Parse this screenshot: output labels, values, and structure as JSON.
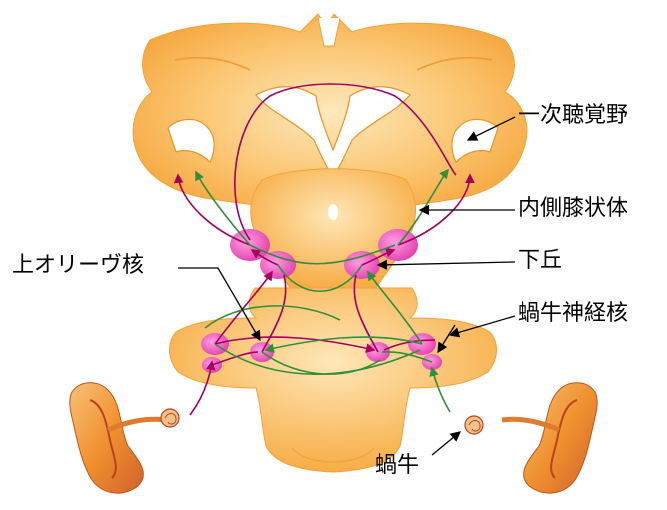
{
  "labels": {
    "primary_auditory_cortex": "一次聴覚野",
    "medial_geniculate_body": "内側膝状体",
    "inferior_colliculus": "下丘",
    "superior_olive": "上オリーヴ核",
    "cochlear_nucleus": "蝸牛神経核",
    "cochlea": "蝸牛"
  },
  "colors": {
    "brain_fill": "#f7b24a",
    "brain_light": "#fde4ae",
    "nucleus": "#ec4fb7",
    "pathway_magenta": "#a3005f",
    "pathway_green": "#2f8f3a",
    "ear_fill": "#f29a3a",
    "ear_dark": "#b8431d",
    "label_line": "#000000"
  }
}
